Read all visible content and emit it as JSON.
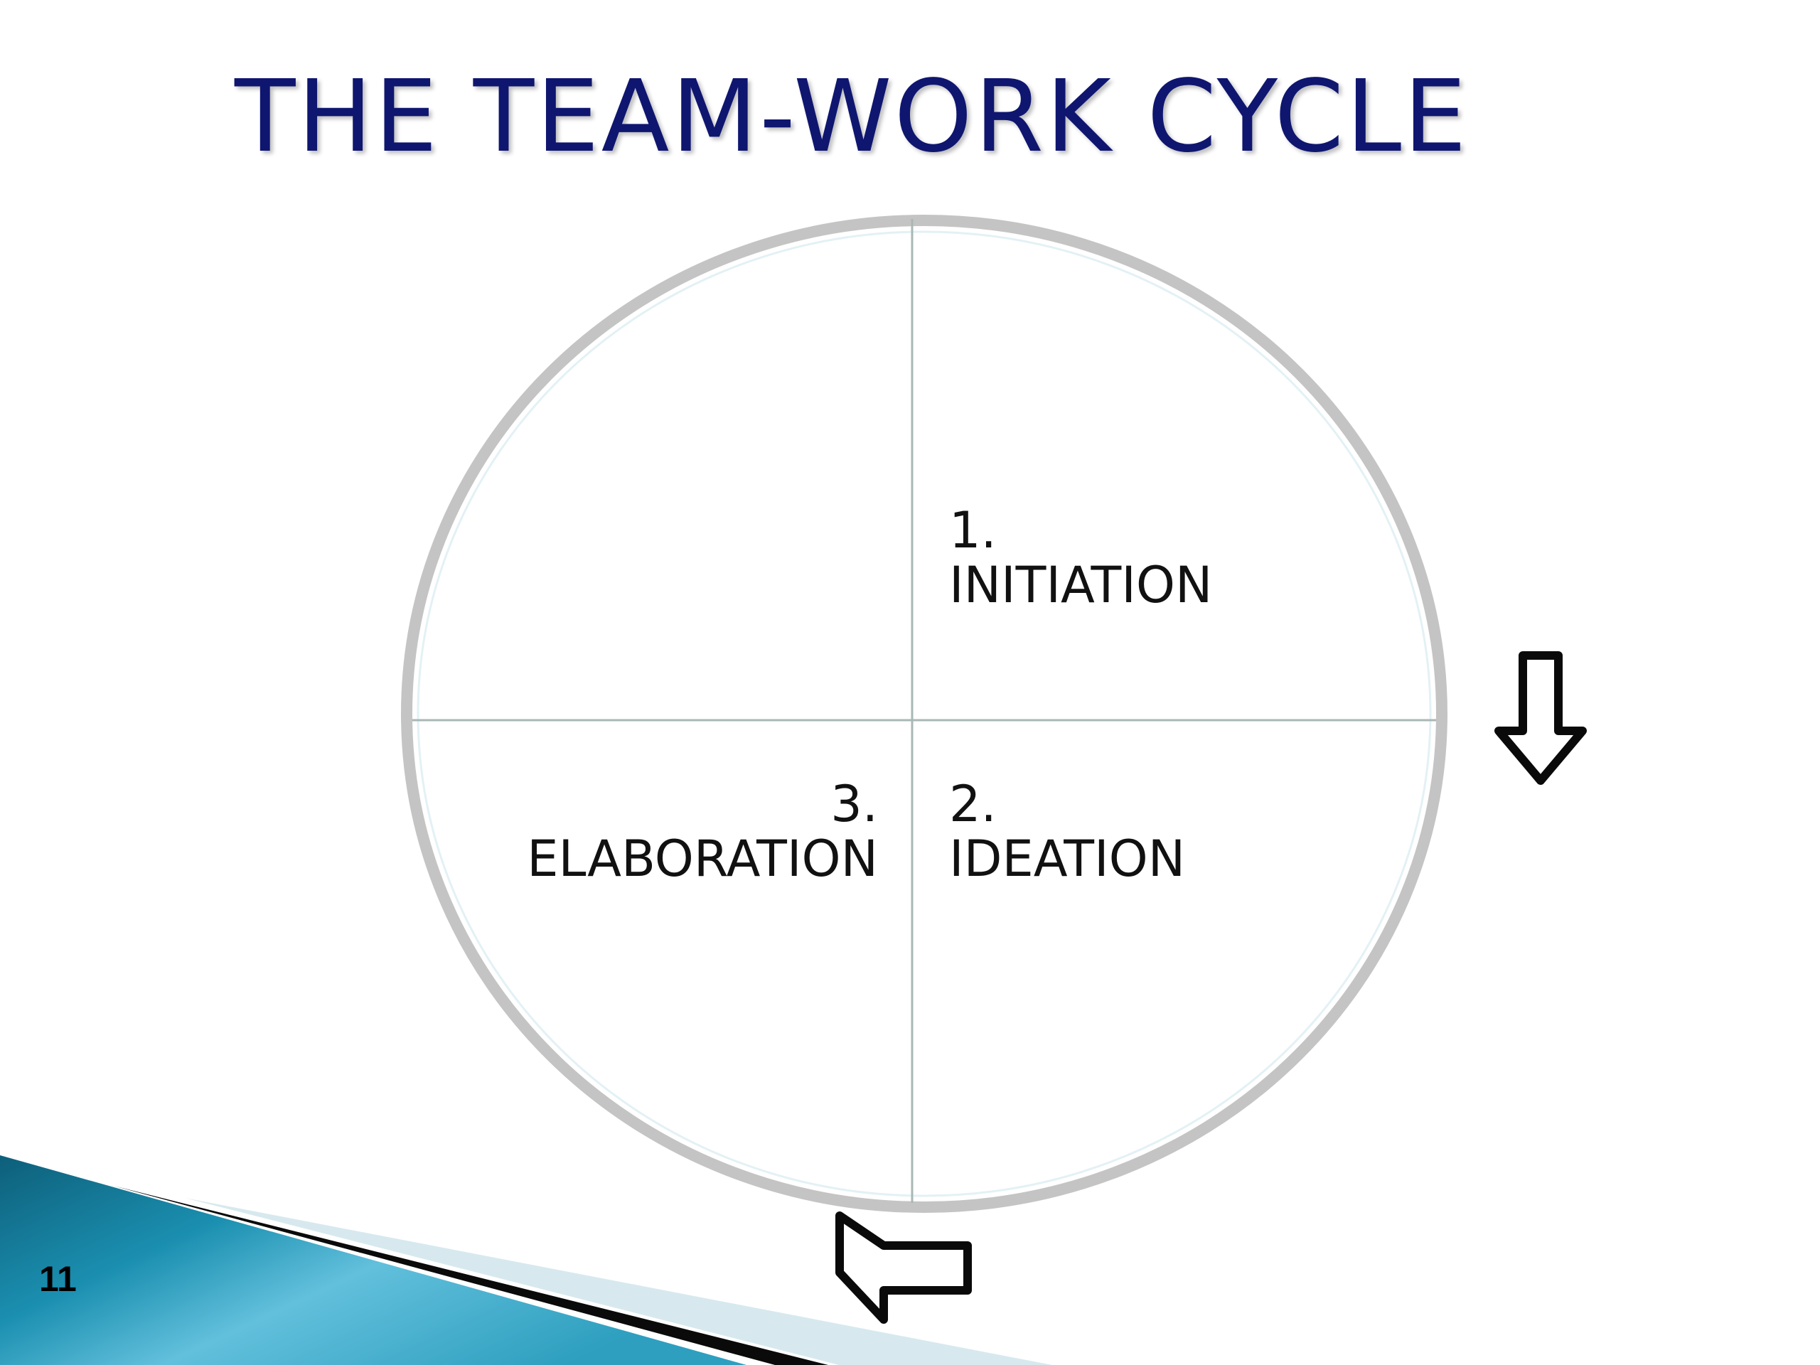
{
  "slide": {
    "title": "THE TEAM-WORK CYCLE",
    "page_number": "11"
  },
  "diagram": {
    "quadrants": [
      {
        "number": "1.",
        "label": "INITIATION"
      },
      {
        "number": "2.",
        "label": "IDEATION"
      },
      {
        "number": "3.",
        "label": "ELABORATION"
      }
    ],
    "arrows": [
      "down-arrow-icon",
      "left-arrow-icon"
    ]
  },
  "colors": {
    "title": "#0f1670",
    "circle": "#c4c4c4",
    "divider": "#a9b7b5",
    "accent_teal": "#1a8aa8",
    "accent_light": "#6cc3dd"
  }
}
